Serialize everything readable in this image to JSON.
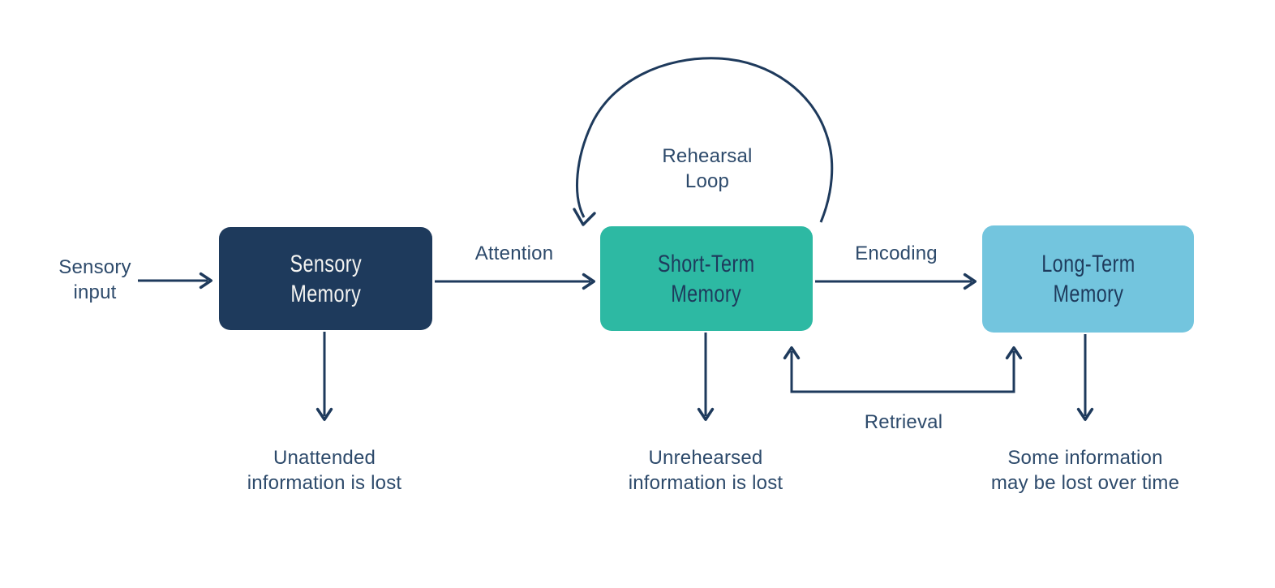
{
  "diagram": {
    "type": "flow-diagram",
    "topic": "multi-store model of memory"
  },
  "colors": {
    "navy": "#1e3a5c",
    "teal": "#2db9a3",
    "light_blue": "#73c5de",
    "text": "#2d4a6b",
    "box_light_text": "#f4f4f2",
    "bg": "#ffffff"
  },
  "nodes": [
    {
      "id": "sensory-memory",
      "label": "Sensory\nMemory",
      "fill": "#1e3a5c"
    },
    {
      "id": "short-term-memory",
      "label": "Short-Term\nMemory",
      "fill": "#2db9a3"
    },
    {
      "id": "long-term-memory",
      "label": "Long-Term\nMemory",
      "fill": "#73c5de"
    }
  ],
  "labels": {
    "sensory_input": "Sensory\ninput",
    "attention": "Attention",
    "encoding": "Encoding",
    "rehearsal_loop": "Rehearsal\nLoop",
    "retrieval": "Retrieval",
    "loss_sensory": "Unattended\ninformation is lost",
    "loss_short_term": "Unrehearsed\ninformation is lost",
    "loss_long_term": "Some information\nmay be lost over time"
  },
  "edges": [
    {
      "from": "sensory-input",
      "to": "sensory-memory",
      "label": ""
    },
    {
      "from": "sensory-memory",
      "to": "short-term-memory",
      "label": "Attention"
    },
    {
      "from": "short-term-memory",
      "to": "long-term-memory",
      "label": "Encoding"
    },
    {
      "from": "long-term-memory",
      "to": "short-term-memory",
      "label": "Retrieval"
    },
    {
      "from": "short-term-memory",
      "to": "short-term-memory",
      "label": "Rehearsal Loop"
    },
    {
      "from": "sensory-memory",
      "to": "loss",
      "label": "Unattended information is lost"
    },
    {
      "from": "short-term-memory",
      "to": "loss",
      "label": "Unrehearsed information is lost"
    },
    {
      "from": "long-term-memory",
      "to": "loss",
      "label": "Some information may be lost over time"
    }
  ]
}
